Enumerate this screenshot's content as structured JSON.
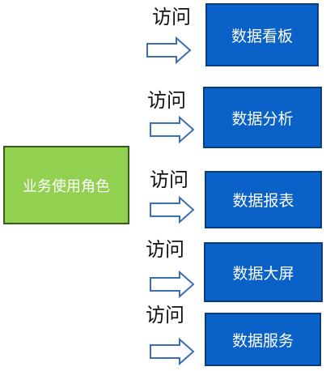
{
  "role": {
    "label": "业务使用角色"
  },
  "edges": [
    {
      "label": "访问",
      "target": "数据看板"
    },
    {
      "label": "访问",
      "target": "数据分析"
    },
    {
      "label": "访问",
      "target": "数据报表"
    },
    {
      "label": "访问",
      "target": "数据大屏"
    },
    {
      "label": "访问",
      "target": "数据服务"
    }
  ],
  "colors": {
    "role_fill": "#92d050",
    "role_border": "#3c5a1e",
    "target_fill": "#0a62c8",
    "target_border": "#0a3d80",
    "arrow_stroke": "#3a6fb5"
  }
}
